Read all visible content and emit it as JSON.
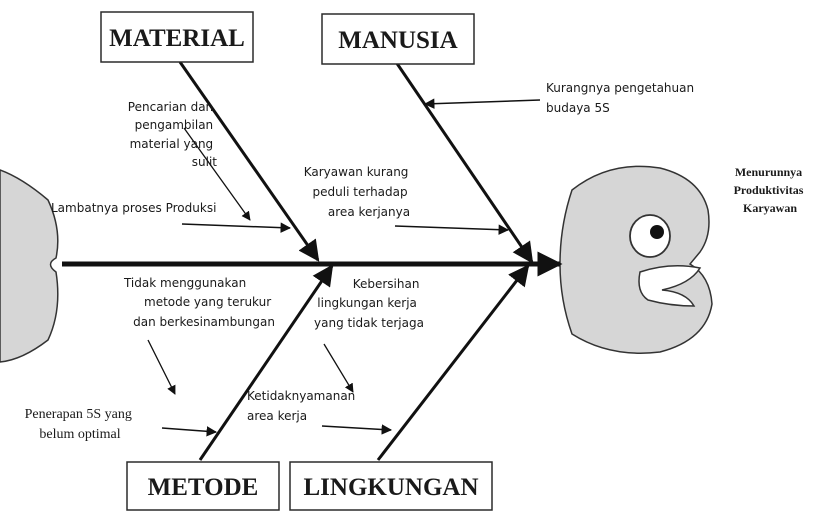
{
  "categories": {
    "material": "MATERIAL",
    "manusia": "MANUSIA",
    "metode": "METODE",
    "lingkungan": "LINGKUNGAN"
  },
  "effect": [
    "Menurunnya",
    "Produktivitas",
    "Karyawan"
  ],
  "causes": {
    "material_1": [
      "Pencarian dan",
      "pengambilan",
      "material yang",
      "sulit"
    ],
    "material_2": [
      "Lambatnya proses Produksi"
    ],
    "manusia_1": [
      "Kurangnya pengetahuan",
      "budaya 5S"
    ],
    "manusia_2": [
      "Karyawan kurang",
      "peduli terhadap",
      "area kerjanya"
    ],
    "metode_1": [
      "Tidak menggunakan",
      "metode yang terukur",
      "dan berkesinambungan"
    ],
    "metode_2": [
      "Penerapan 5S yang",
      "belum optimal"
    ],
    "lingkungan_1": [
      "Kebersihan",
      "lingkungan kerja",
      "yang tidak terjaga"
    ],
    "lingkungan_2": [
      "Ketidaknyamanan",
      "area kerja"
    ]
  },
  "colors": {
    "line": "#111111",
    "fish_fill": "#d6d6d6",
    "box_border": "#2b2b2b"
  }
}
